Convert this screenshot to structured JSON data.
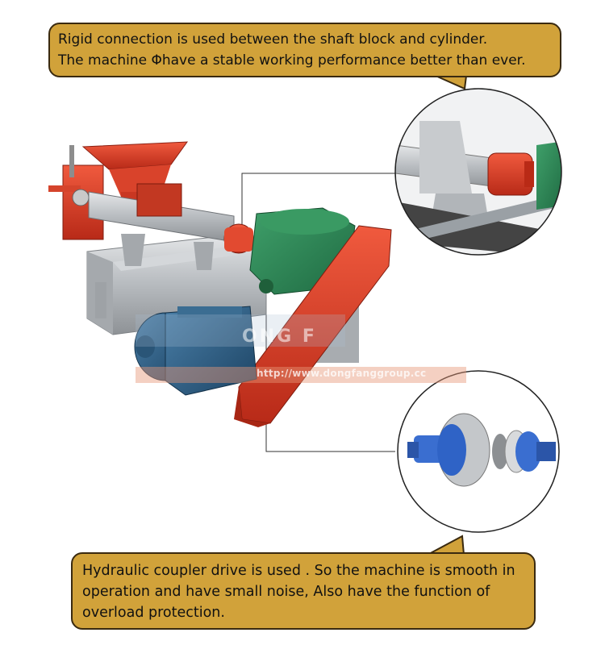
{
  "callouts": {
    "top": {
      "line1": "Rigid connection is used between the shaft block and cylinder.",
      "line2": "The machine Φhave a stable working performance better than ever."
    },
    "bottom": {
      "line1": "Hydraulic coupler drive is used . So the machine is smooth in",
      "line2": "operation and have small noise, Also have the function of",
      "line3": "overload protection."
    }
  },
  "watermark": {
    "url": "http://www.dongfanggroup.cc",
    "brand_fragment": "ONG F"
  },
  "colors": {
    "callout_fill": "#d1a23a",
    "callout_border": "#3a2a10",
    "machine_red": "#e0402a",
    "gearbox_green": "#2f8a58",
    "motor_blue": "#2c5f86",
    "frame_grey": "#b9bcc0"
  }
}
